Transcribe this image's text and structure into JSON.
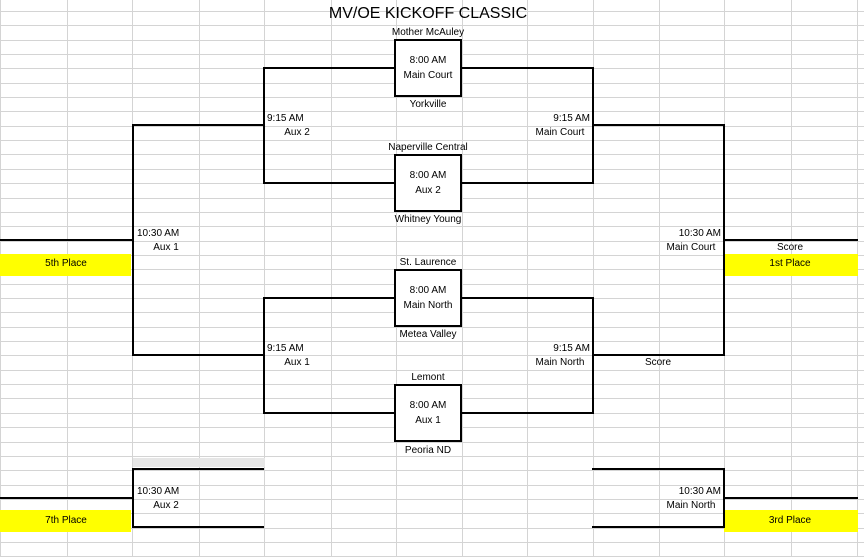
{
  "title": "MV/OE KICKOFF CLASSIC",
  "teams": {
    "mother_mcauley": "Mother McAuley",
    "yorkville": "Yorkville",
    "naperville_central": "Naperville Central",
    "whitney_young": "Whitney Young",
    "st_laurence": "St. Laurence",
    "metea_valley": "Metea Valley",
    "lemont": "Lemont",
    "peoria_nd": "Peoria ND"
  },
  "first_round": [
    {
      "time": "8:00 AM",
      "court": "Main Court"
    },
    {
      "time": "8:00 AM",
      "court": "Aux 2"
    },
    {
      "time": "8:00 AM",
      "court": "Main North"
    },
    {
      "time": "8:00 AM",
      "court": "Aux 1"
    }
  ],
  "second_round": {
    "left_upper": {
      "time": "9:15 AM",
      "court": "Aux 2"
    },
    "right_upper": {
      "time": "9:15 AM",
      "court": "Main Court"
    },
    "left_lower": {
      "time": "9:15 AM",
      "court": "Aux 1"
    },
    "right_lower": {
      "time": "9:15 AM",
      "court": "Main North"
    }
  },
  "placement": {
    "fifth": {
      "time": "10:30 AM",
      "court": "Aux 1",
      "label": "5th Place"
    },
    "first": {
      "time": "10:30 AM",
      "court": "Main Court",
      "label": "1st Place"
    },
    "seventh": {
      "time": "10:30 AM",
      "court": "Aux 2",
      "label": "7th Place"
    },
    "third": {
      "time": "10:30 AM",
      "court": "Main North",
      "label": "3rd Place"
    }
  },
  "score_labels": [
    "Score",
    "Score"
  ],
  "colors": {
    "highlight": "#ffff00",
    "gridline": "#d4d4d4",
    "line": "#000000"
  }
}
